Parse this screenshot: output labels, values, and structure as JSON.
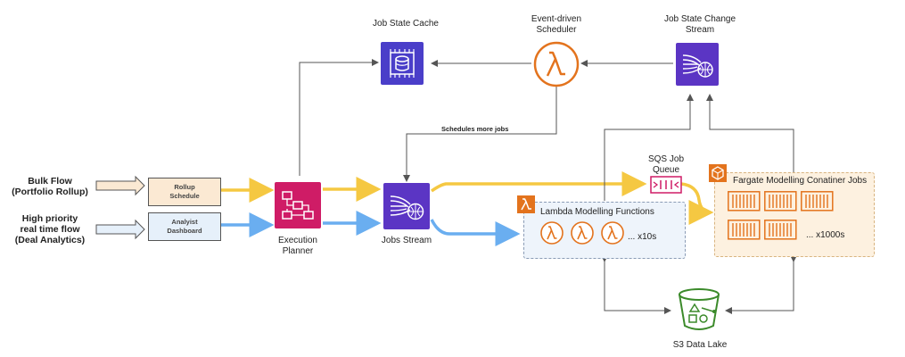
{
  "left": {
    "bulk_flow": "Bulk Flow\n(Portfolio Rollup)",
    "high_priority": "High priority\nreal time flow\n(Deal Analytics)"
  },
  "sources": {
    "rollup": "Rollup\nSchedule",
    "analyst": "Analyist\nDashboard"
  },
  "nodes": {
    "job_state_cache": "Job State Cache",
    "event_scheduler": "Event-driven\nScheduler",
    "change_stream": "Job State Change\nStream",
    "execution_planner": "Execution\nPlanner",
    "jobs_stream": "Jobs Stream",
    "sqs_queue": "SQS Job\nQueue",
    "s3_lake": "S3 Data Lake"
  },
  "edges": {
    "schedules_more": "Schedules more jobs"
  },
  "groups": {
    "lambda": {
      "title": "Lambda Modelling Functions",
      "count": "... x10s"
    },
    "fargate": {
      "title": "Fargate Modelling Conatiner Jobs",
      "count": "... x1000s"
    }
  },
  "colors": {
    "yellow_flow": "#f5c842",
    "blue_flow": "#6aaef0",
    "purple": "#4a3ec9",
    "pink": "#cf1c66",
    "orange": "#e3731d",
    "green": "#3b8a2a"
  },
  "icons": [
    "cache-icon",
    "lambda-icon",
    "kinesis-stream-icon",
    "step-functions-icon",
    "sqs-icon",
    "fargate-icon",
    "s3-bucket-icon"
  ]
}
